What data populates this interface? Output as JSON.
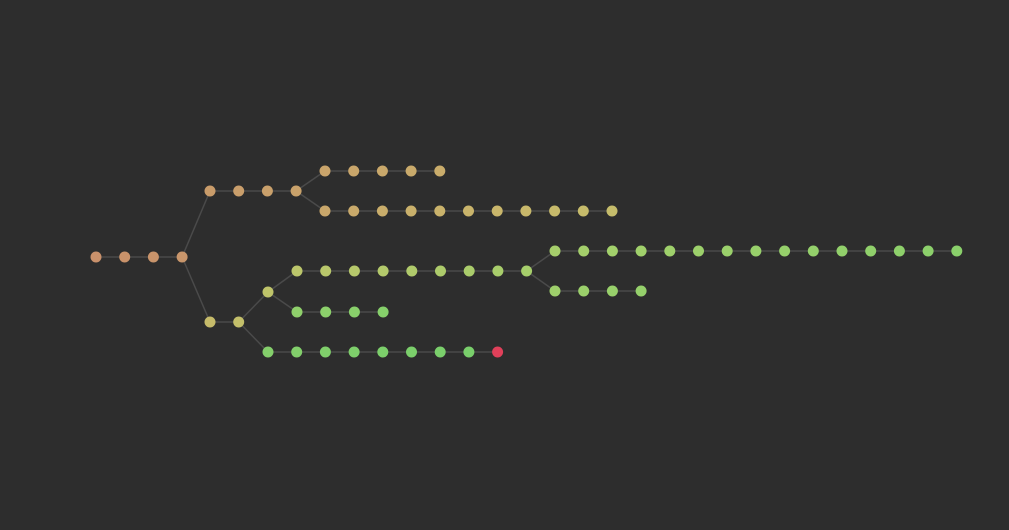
{
  "diagram": {
    "type": "commit-tree",
    "background": "#2d2d2d",
    "edge_color": "#4a4a4a",
    "branches": [
      {
        "id": "root",
        "from": null,
        "nodes": 4,
        "colors": [
          "#c9916b",
          "#c9926a",
          "#c9946b",
          "#c9966b"
        ]
      },
      {
        "id": "upper",
        "from": "root",
        "nodes": 4,
        "colors": [
          "#c99c6a",
          "#c99e6b",
          "#c9a06b",
          "#c9a26b"
        ]
      },
      {
        "id": "upper-top",
        "from": "upper",
        "nodes": 5,
        "colors": [
          "#c9a46b",
          "#c9a66b",
          "#c9a86b",
          "#c9aa6b",
          "#c9ac6b"
        ]
      },
      {
        "id": "upper-long",
        "from": "upper",
        "nodes": 11,
        "colors": [
          "#c9a76b",
          "#c9aa6b",
          "#c9ad6b",
          "#c9b06b",
          "#c9b26b",
          "#c9b46b",
          "#c9b66b",
          "#c8b86b",
          "#c7ba6b",
          "#c6bb6b",
          "#c5bc6b"
        ]
      },
      {
        "id": "lower",
        "from": "root",
        "nodes": 2,
        "colors": [
          "#c6bb6a",
          "#c3bf6a"
        ]
      },
      {
        "id": "lower-a",
        "from": "lower",
        "nodes": 1,
        "colors": [
          "#bfc46a"
        ]
      },
      {
        "id": "lower-a-main",
        "from": "lower-a",
        "nodes": 9,
        "colors": [
          "#bcc66b",
          "#b9c76b",
          "#b6c86b",
          "#b3c96b",
          "#b0ca6b",
          "#adcb6b",
          "#aacc6b",
          "#a8cd6b",
          "#a6ce6b"
        ]
      },
      {
        "id": "lower-a-main-long",
        "from": "lower-a-main",
        "nodes": 15,
        "colors": [
          "#a6ce6b",
          "#a4cf6b",
          "#a2d06b",
          "#a0d06b",
          "#9ed06b",
          "#9cd06b",
          "#9ad06b",
          "#98d06b",
          "#96d06b",
          "#94d06b",
          "#92d06b",
          "#90d06b",
          "#8ed06b",
          "#8cd06b",
          "#8ad06b"
        ]
      },
      {
        "id": "lower-a-main-short",
        "from": "lower-a-main",
        "nodes": 4,
        "colors": [
          "#9ecf6b",
          "#9bd06b",
          "#98d06b",
          "#95d06b"
        ]
      },
      {
        "id": "lower-a-side",
        "from": "lower-a",
        "nodes": 4,
        "colors": [
          "#8fd06b",
          "#8cd06b",
          "#89d06b",
          "#86d06b"
        ]
      },
      {
        "id": "lower-b",
        "from": "lower",
        "nodes": 9,
        "colors": [
          "#84cf6b",
          "#82cf6b",
          "#80cf6b",
          "#7ecf6b",
          "#7ccf6b",
          "#7bcf6b",
          "#7acf6b",
          "#79cf6b",
          "#e0405a"
        ]
      }
    ]
  }
}
